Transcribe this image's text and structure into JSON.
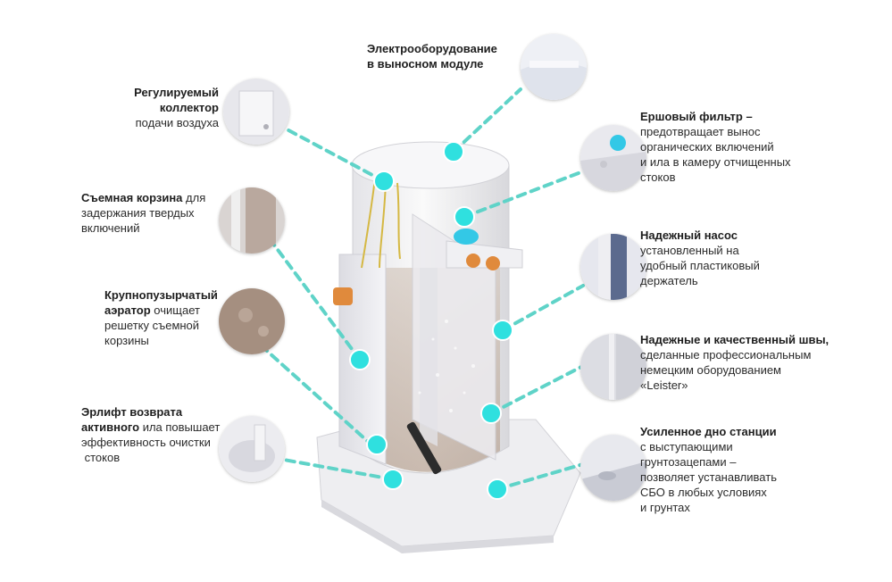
{
  "colors": {
    "accent": "#2fe0df",
    "dash": "#5fd3c8",
    "tank": "#f2f2f4",
    "water": "#c9b9ad",
    "orange": "#e08a3c"
  },
  "callouts": {
    "electro": {
      "line1": "Электрооборудование",
      "line2": "в выносном модуле"
    },
    "collector": {
      "bold1": "Регулируемый",
      "bold2": "коллектор",
      "text": "подачи воздуха"
    },
    "basket": {
      "bold": "Съемная корзина",
      "text1": " для",
      "text2": "задержания твердых",
      "text3": "включений"
    },
    "aerator": {
      "bold1": "Крупнопузырчатый",
      "bold2": "аэратор",
      "text1": " очищает",
      "text2": "решетку съемной",
      "text3": "корзины"
    },
    "airlift": {
      "bold1": "Эрлифт возврата",
      "bold2": "активного",
      "text1": " ила повышает",
      "text2": "эффективность очистки",
      "text3": " стоков"
    },
    "filter": {
      "bold": "Ершовый фильтр –",
      "text1": "предотвращает вынос",
      "text2": "органических включений",
      "text3": "и ила в камеру отчищенных",
      "text4": "стоков"
    },
    "pump": {
      "bold": "Надежный насос",
      "text1": "установленный на",
      "text2": "удобный пластиковый",
      "text3": "держатель"
    },
    "seams": {
      "bold": "Надежные и качественный швы,",
      "text1": "сделанные профессиональным",
      "text2": "немецким оборудованием",
      "text3": "«Leister»"
    },
    "bottom": {
      "bold": "Усиленное дно станции",
      "text1": "с выступающими",
      "text2": "грунтозацепами –",
      "text3": "позволяет устанавливать",
      "text4": "СБО в любых условиях",
      "text5": "и грунтах"
    }
  }
}
